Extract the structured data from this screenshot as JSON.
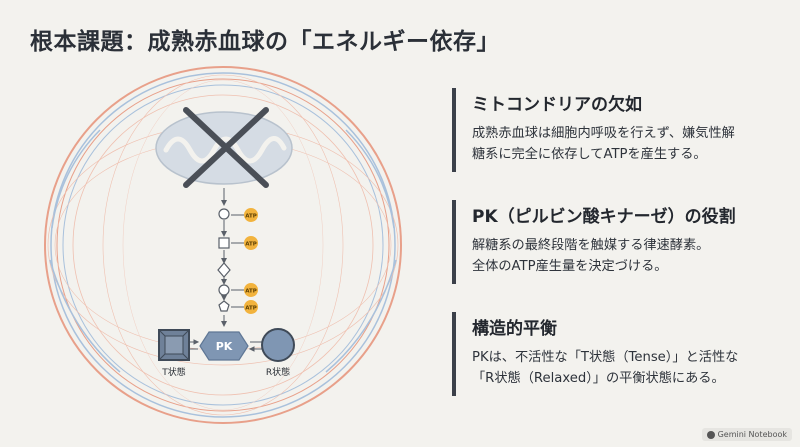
{
  "title": "根本課題：成熟赤血球の「エネルギー依存」",
  "diagram": {
    "atp_label": "ATP",
    "pk_label": "PK",
    "t_state_label": "T状態",
    "r_state_label": "R状態"
  },
  "sections": [
    {
      "heading": "ミトコンドリアの欠如",
      "lines": [
        "成熟赤血球は細胞内呼吸を行えず、嫌気性解",
        "糖系に完全に依存してATPを産生する。"
      ]
    },
    {
      "heading": "PK（ピルビン酸キナーゼ）の役割",
      "lines": [
        "解糖系の最終段階を触媒する律速酵素。",
        "全体のATP産生量を決定づける。"
      ]
    },
    {
      "heading": "構造的平衡",
      "lines": [
        "PKは、不活性な「T状態（Tense）」と活性な",
        "「R状態（Relaxed）」の平衡状態にある。"
      ]
    }
  ],
  "watermark": "Gemini Notebook",
  "colors": {
    "background": "#f3f2ee",
    "membrane_orange": "#e8a08a",
    "membrane_blue": "#a9c1dc",
    "atp": "#f2b33d",
    "pk": "#7f96b3",
    "dark": "#4a4f57"
  }
}
